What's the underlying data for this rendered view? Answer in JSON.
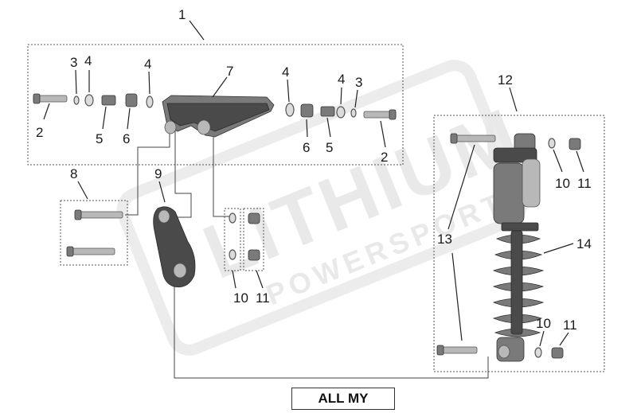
{
  "watermark": {
    "brand": "LITHIUM",
    "subtitle": "POWERSPORTS"
  },
  "callouts": {
    "c1": "1",
    "c2a": "2",
    "c2b": "2",
    "c3a": "3",
    "c3b": "3",
    "c4a": "4",
    "c4b": "4",
    "c4c": "4",
    "c4d": "4",
    "c5a": "5",
    "c5b": "5",
    "c6a": "6",
    "c6b": "6",
    "c7": "7",
    "c8": "8",
    "c9": "9",
    "c10a": "10",
    "c11a": "11",
    "c10b": "10",
    "c11b": "11",
    "c10c": "10",
    "c11c": "11",
    "c12": "12",
    "c13": "13",
    "c14": "14"
  },
  "caption": "ALL MY"
}
